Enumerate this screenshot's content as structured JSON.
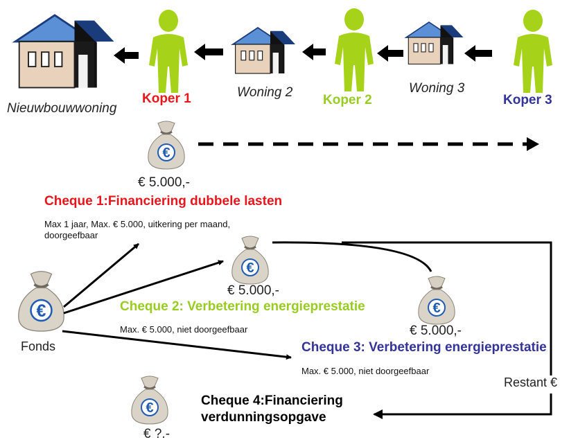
{
  "flow": {
    "houses": [
      "Nieuwbouwwoning",
      "Woning 2",
      "Woning 3"
    ],
    "buyers": [
      "Koper 1",
      "Koper 2",
      "Koper 3"
    ]
  },
  "fund": {
    "label": "Fonds",
    "symbol": "€"
  },
  "amounts": {
    "top": "€ 5.000,-",
    "middle": "€ 5.000,-",
    "right": "€ 5.000,-",
    "bottom": "€ ?.-"
  },
  "cheques": [
    {
      "title": "Cheque 1:Financiering dubbele lasten",
      "desc_line1": "Max 1 jaar, Max. € 5.000, uitkering per maand,",
      "desc_line2": "doorgeefbaar"
    },
    {
      "title": "Cheque 2: Verbetering energieprestatie",
      "desc": "Max. € 5.000, niet doorgeefbaar"
    },
    {
      "title": "Cheque 3: Verbetering energieprestatie",
      "desc": "Max. € 5.000, niet doorgeefbaar"
    },
    {
      "title_line1": "Cheque 4:Financiering",
      "title_line2": "verdunningsopgave"
    }
  ],
  "restant": "Restant €",
  "colors": {
    "koper1": "#e8151b",
    "koper2": "#99cc22",
    "koper3": "#333399",
    "cheque1": "#e8151b",
    "cheque2": "#99cc22",
    "cheque3": "#333399",
    "cheque4": "#000000",
    "person": "#a6d31a",
    "roof": "#5b8fd6",
    "wall": "#e8d2bc",
    "bag": "#d9d3c8",
    "euro": "#1f5bb5"
  }
}
